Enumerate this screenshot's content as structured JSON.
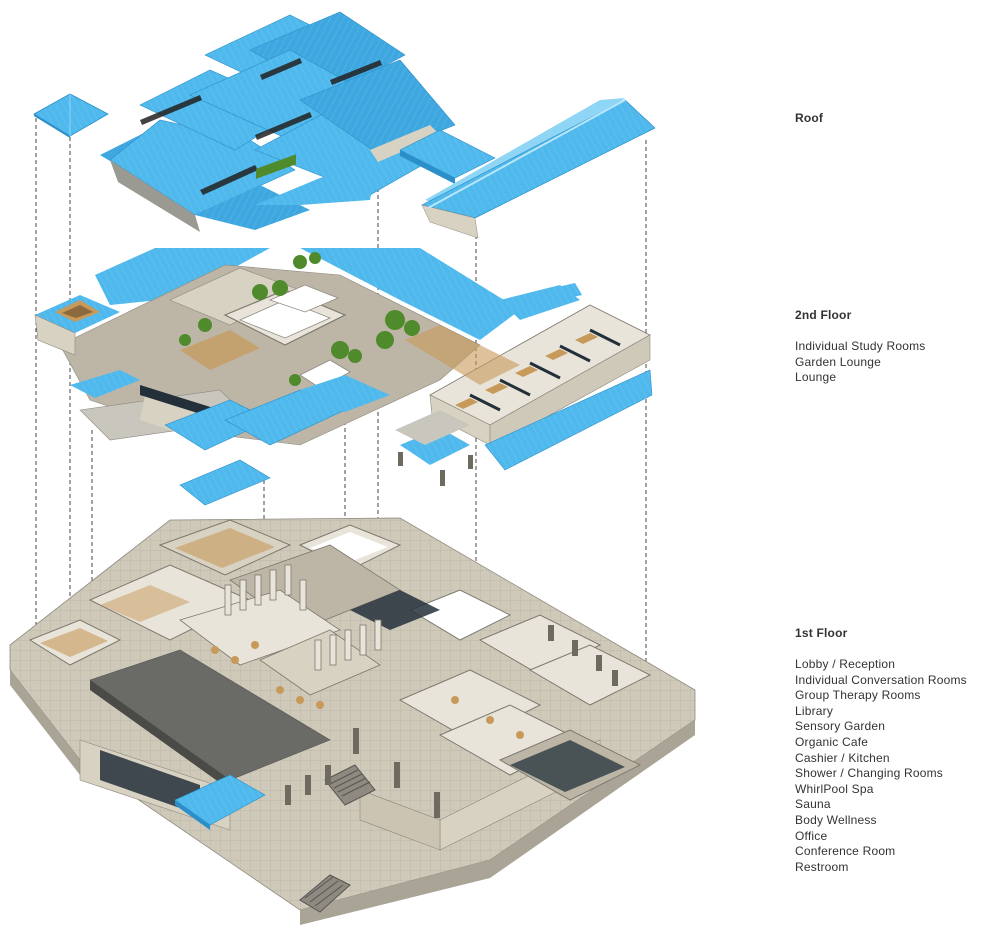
{
  "colors": {
    "roof": "#4fb8ec",
    "roof_light": "#8fd6f6",
    "roof_dark": "#2b8fc9",
    "slab": "#c9c6bd",
    "wall": "#d8d2c2",
    "wall_dark": "#8e8a80",
    "floor": "#bdb6a6",
    "wood": "#c79a5a",
    "glass": "#23303a",
    "plant": "#4f8a2c",
    "label_text": "#333333"
  },
  "levels": [
    {
      "title": "Roof",
      "spaces": []
    },
    {
      "title": "2nd Floor",
      "spaces": [
        "Individual Study Rooms",
        "Garden Lounge",
        "Lounge"
      ]
    },
    {
      "title": "1st Floor",
      "spaces": [
        "Lobby / Reception",
        "Individual Conversation Rooms",
        "Group Therapy Rooms",
        "Library",
        "Sensory Garden",
        "Organic Cafe",
        "Cashier / Kitchen",
        "Shower / Changing Rooms",
        "WhirlPool Spa",
        "Sauna",
        "Body Wellness",
        "Office",
        "Conference Room",
        "Restroom"
      ]
    }
  ]
}
